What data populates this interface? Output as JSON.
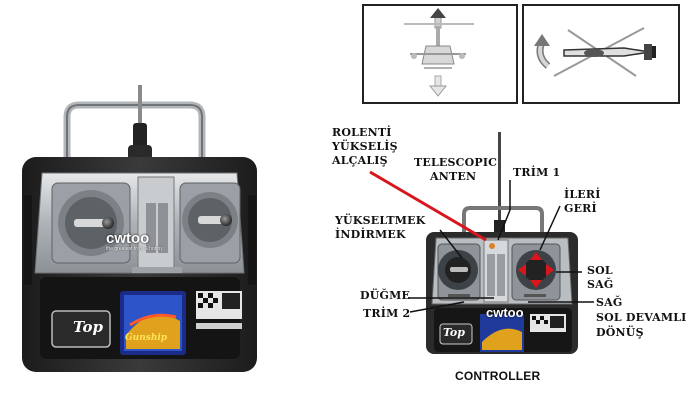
{
  "labels": {
    "rolenti": "ROLENTİ",
    "yukselis": "YÜKSELİŞ",
    "alcalis": "ALÇALIŞ",
    "telescopic": "TELESCOPIC",
    "anten": "ANTEN",
    "trim1": "TRİM 1",
    "ileri": "İLERİ",
    "geri": "GERİ",
    "yukseltmek": "YÜKSELTMEK",
    "indirmek": "İNDİRMEK",
    "sol": "SOL",
    "sag": "SAĞ",
    "dugme": "DÜĞME",
    "trim2": "TRİM 2",
    "sag2": "SAĞ",
    "sol_devamli": "SOL DEVAMLI",
    "donus": "DÖNÜŞ",
    "controller": "CONTROLLER"
  },
  "left_remote": {
    "watermark_brand": "cwtoo",
    "watermark_tagline": "the greatest toys & hobby",
    "brand_logo": "Top",
    "sticker_text": "Gunship"
  },
  "right_remote": {
    "watermark_brand": "cwtoo",
    "brand_logo": "Top"
  },
  "icons": {
    "arrow_up_down": "up-down-arrows",
    "arrow_rotate": "rotate-arrow",
    "pad_arrows": "four-direction-arrows"
  },
  "colors": {
    "accent_red": "#d8161b",
    "remote_dark": "#2b2b2b",
    "remote_silver": "#b9bec2"
  }
}
